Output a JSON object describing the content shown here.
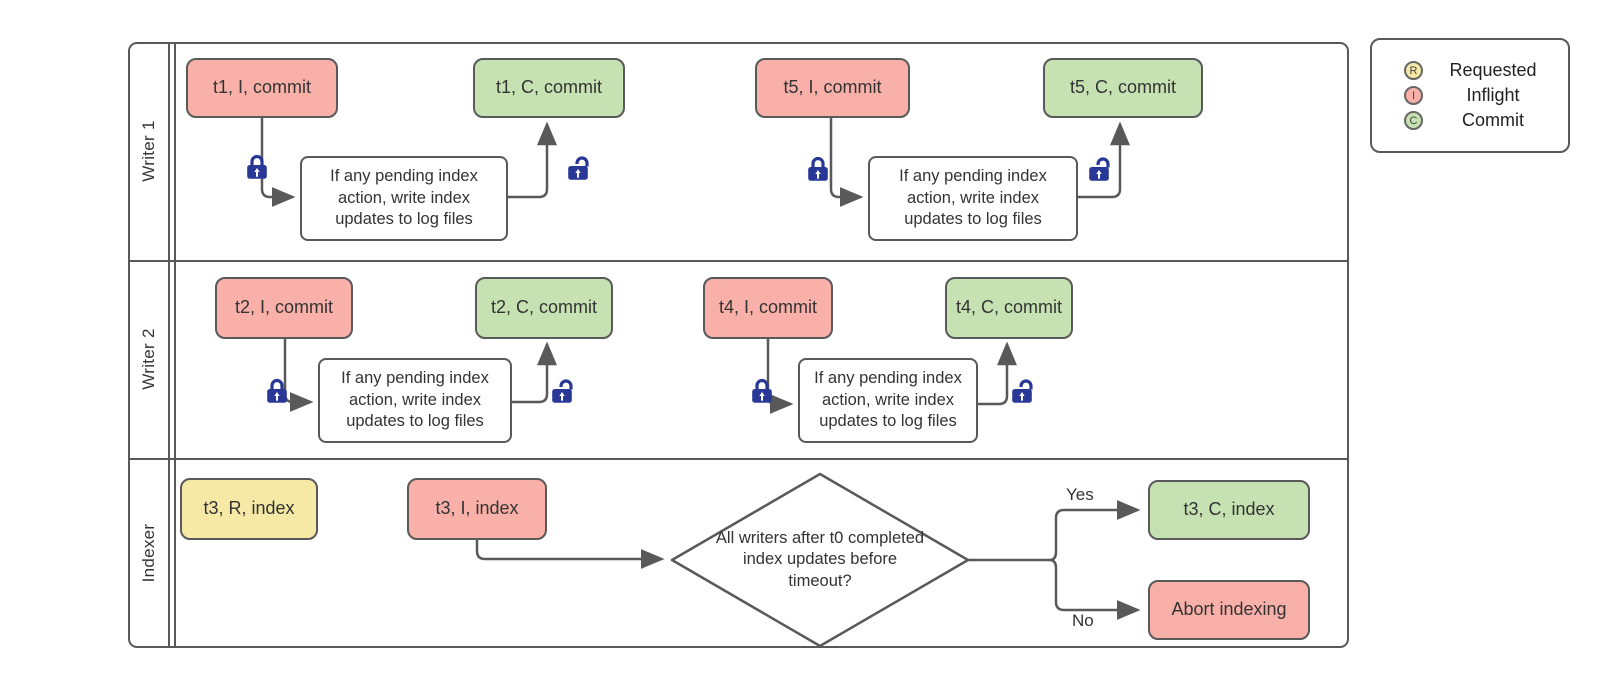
{
  "lanes": [
    {
      "label": "Writer 1"
    },
    {
      "label": "Writer 2"
    },
    {
      "label": "Indexer"
    }
  ],
  "nodes": {
    "t1_inflight": "t1, I, commit",
    "t1_commit": "t1, C, commit",
    "t5_inflight": "t5, I, commit",
    "t5_commit": "t5, C, commit",
    "t2_inflight": "t2, I, commit",
    "t2_commit": "t2, C, commit",
    "t4_inflight": "t4, I, commit",
    "t4_commit": "t4, C, commit",
    "t3_requested": "t3, R, index",
    "t3_inflight": "t3, I, index",
    "t3_commit": "t3, C, index",
    "abort": "Abort indexing",
    "process": "If any pending index action, write index updates to log files",
    "decision": "All writers after t0 completed index updates before timeout?"
  },
  "branches": {
    "yes": "Yes",
    "no": "No"
  },
  "legend": {
    "items": [
      {
        "badge": "R",
        "label": "Requested",
        "color": "#f6e9a6"
      },
      {
        "badge": "I",
        "label": "Inflight",
        "color": "#f8b0a9"
      },
      {
        "badge": "C",
        "label": "Commit",
        "color": "#c6e2b3"
      }
    ]
  },
  "icons": {
    "closed_lock": "locked-padlock",
    "open_lock": "unlocked-padlock"
  },
  "colors": {
    "requested_fill": "#f6e9a6",
    "inflight_fill": "#f8b0a9",
    "commit_fill": "#c6e2b3",
    "process_fill": "#ffffff",
    "stroke": "#595959",
    "lock_blue": "#293896",
    "text": "#333333",
    "background": "#ffffff"
  }
}
